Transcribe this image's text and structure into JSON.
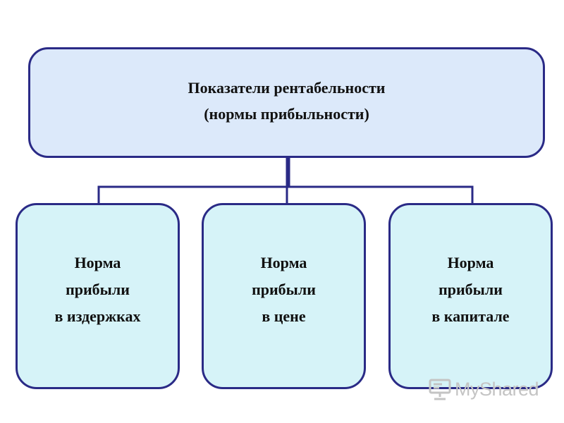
{
  "root": {
    "lines": [
      "Показатели рентабельности",
      "(нормы прибыльности)"
    ]
  },
  "children": [
    {
      "lines": [
        "Норма",
        "прибыли",
        "в издержках"
      ]
    },
    {
      "lines": [
        "Норма",
        "прибыли",
        "в цене"
      ]
    },
    {
      "lines": [
        "Норма",
        "прибыли",
        "в капитале"
      ]
    }
  ],
  "watermark": {
    "text": "MyShared",
    "icon": "presentation-board-icon"
  },
  "colors": {
    "border": "#2a2a86",
    "connector": "#2a2a86",
    "root_fill": "#dce9fa",
    "child_fill": "#d6f3f8",
    "watermark": "#c4c4c4"
  }
}
